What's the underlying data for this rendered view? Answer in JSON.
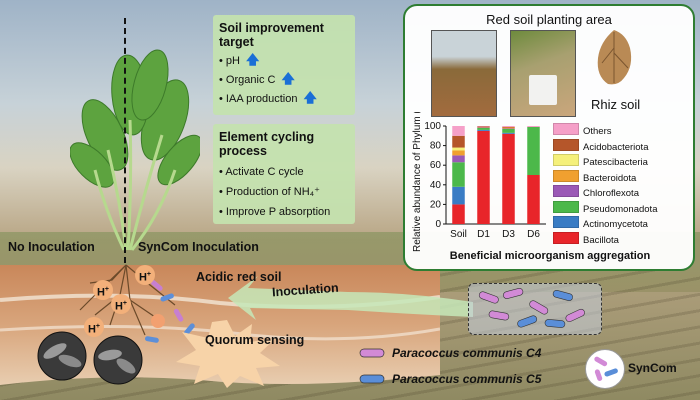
{
  "improvement": {
    "title": "Soil improvement target",
    "items": [
      "pH",
      "Organic C",
      "IAA production"
    ]
  },
  "cycling": {
    "title": "Element cycling process",
    "items": [
      "Activate C cycle",
      "Production of NH₄⁺",
      "Improve P absorption"
    ]
  },
  "planting_area": {
    "title": "Red soil planting area",
    "rhiz_label": "Rhiz soil",
    "chart_caption": "Beneficial microorganism aggregation"
  },
  "labels": {
    "no_inoculation": "No Inoculation",
    "syncom_inoculation": "SynCom Inoculation",
    "acidic_soil": "Acidic red soil",
    "inoculation": "Inoculation",
    "quorum": "Quorum sensing",
    "hplus": "H",
    "hplus_sup": "+",
    "species_c4": "Paracoccus communis C4",
    "species_c5": "Paracoccus communis C5",
    "syncom": "SynCom"
  },
  "colors": {
    "Others": "#f5a0c8",
    "Acidobacteriota": "#b5562a",
    "Patescibacteria": "#f5f07a",
    "Bacteroidota": "#f0a030",
    "Chloroflexota": "#9b59b6",
    "Pseudomonadota": "#4cb84a",
    "Actinomycetota": "#3a7cc4",
    "Bacillota": "#e8252a"
  },
  "chart_data": {
    "type": "bar",
    "stacked": true,
    "categories": [
      "Soil",
      "D1",
      "D3",
      "D6"
    ],
    "ylabel": "Relative abundance of Phylum (%)",
    "ylim": [
      0,
      100
    ],
    "yticks": [
      0,
      20,
      40,
      60,
      80,
      100
    ],
    "series": [
      {
        "name": "Bacillota",
        "values": [
          20,
          95,
          92,
          50
        ]
      },
      {
        "name": "Actinomycetota",
        "values": [
          18,
          1,
          1,
          0
        ]
      },
      {
        "name": "Pseudomonadota",
        "values": [
          25,
          2,
          4,
          49
        ]
      },
      {
        "name": "Chloroflexota",
        "values": [
          7,
          0.5,
          0.5,
          0
        ]
      },
      {
        "name": "Bacteroidota",
        "values": [
          5,
          0.5,
          1,
          0
        ]
      },
      {
        "name": "Patescibacteria",
        "values": [
          3,
          0,
          0,
          0
        ]
      },
      {
        "name": "Acidobacteriota",
        "values": [
          12,
          0.5,
          0.5,
          0
        ]
      },
      {
        "name": "Others",
        "values": [
          10,
          0.5,
          1,
          1
        ]
      }
    ]
  }
}
